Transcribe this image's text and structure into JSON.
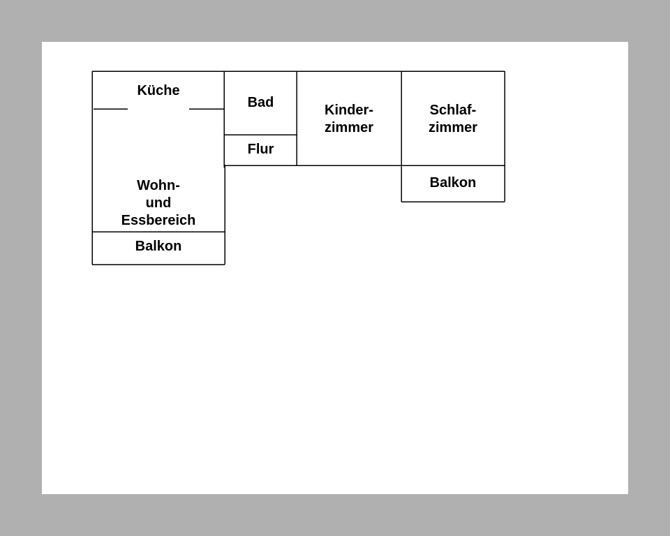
{
  "rooms": {
    "kueche": {
      "label": "Küche"
    },
    "bad": {
      "label": "Bad"
    },
    "flur": {
      "label": "Flur"
    },
    "kinderzimmer": {
      "lines": [
        "Kinder-",
        "zimmer"
      ]
    },
    "schlafzimmer": {
      "lines": [
        "Schlaf-",
        "zimmer"
      ]
    },
    "balkon_schlaf": {
      "label": "Balkon"
    },
    "wohnbereich": {
      "lines": [
        "Wohn-",
        "und",
        "Essbereich"
      ]
    },
    "balkon_wohn": {
      "label": "Balkon"
    }
  }
}
